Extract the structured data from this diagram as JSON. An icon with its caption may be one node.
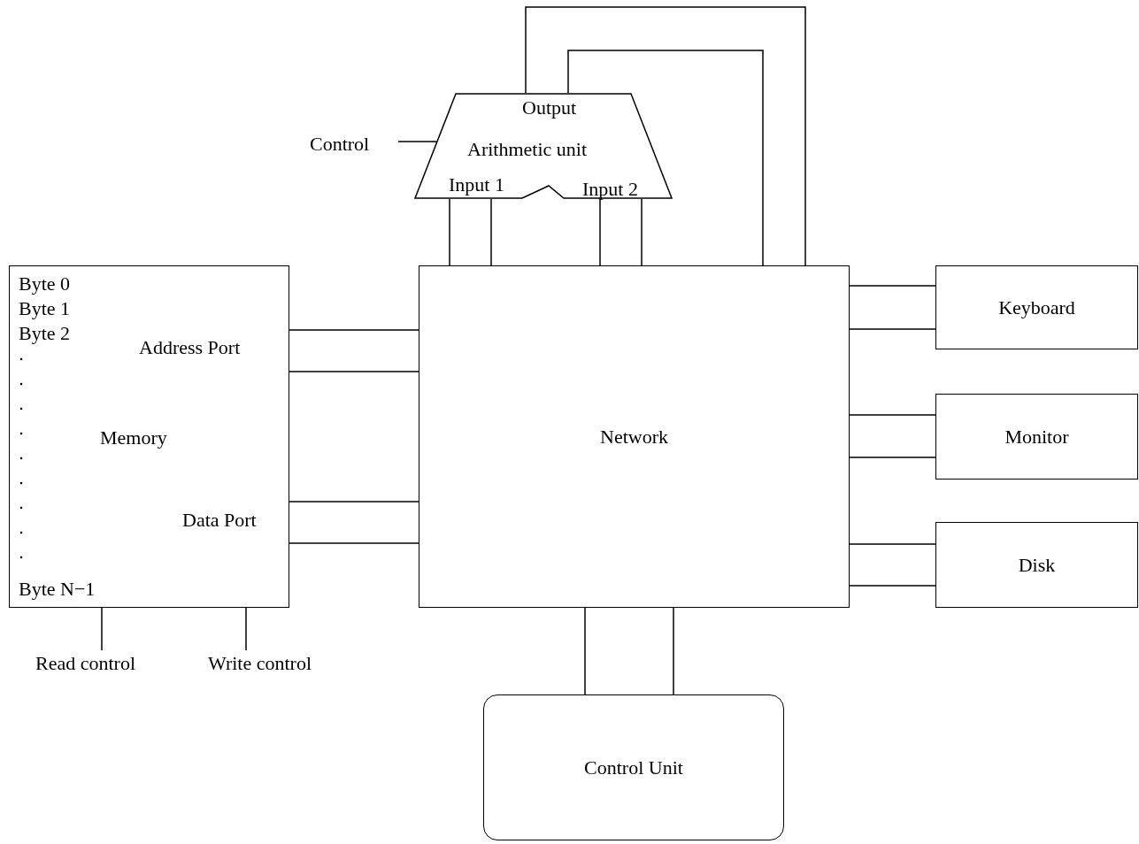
{
  "diagram": {
    "nodes": [
      {
        "text": [
          "Output",
          "Arithmetic unit",
          "Input 1",
          "Input 2"
        ]
      },
      {
        "text": [
          "Control"
        ]
      },
      {
        "text": [
          "Byte 0",
          "Byte 1",
          "Byte 2",
          "Address Port",
          "Memory",
          "Data Port",
          "Byte N−1"
        ]
      },
      {
        "text": [
          "Network"
        ]
      },
      {
        "text": [
          "Keyboard"
        ]
      },
      {
        "text": [
          "Monitor"
        ]
      },
      {
        "text": [
          "Disk"
        ]
      },
      {
        "text": [
          "Control Unit"
        ]
      },
      {
        "text": [
          "Read control"
        ]
      },
      {
        "text": [
          "Write control"
        ]
      }
    ],
    "edges": [
      {
        "from": 1,
        "to": 0,
        "arrow": "none"
      },
      {
        "from": 0,
        "to": 3,
        "arrow": "none"
      },
      {
        "from": 0,
        "to": 3,
        "arrow": "none"
      },
      {
        "from": 0,
        "to": 3,
        "arrow": "none"
      },
      {
        "from": 0,
        "to": 3,
        "arrow": "none"
      },
      {
        "from": 0,
        "to": 3,
        "arrow": "none"
      },
      {
        "from": 0,
        "to": 3,
        "arrow": "none"
      },
      {
        "from": 2,
        "to": 3,
        "arrow": "none"
      },
      {
        "from": 2,
        "to": 3,
        "arrow": "none"
      },
      {
        "from": 2,
        "to": 3,
        "arrow": "none"
      },
      {
        "from": 2,
        "to": 3,
        "arrow": "none"
      },
      {
        "from": 3,
        "to": 4,
        "arrow": "none"
      },
      {
        "from": 3,
        "to": 4,
        "arrow": "none"
      },
      {
        "from": 3,
        "to": 5,
        "arrow": "none"
      },
      {
        "from": 3,
        "to": 5,
        "arrow": "none"
      },
      {
        "from": 3,
        "to": 6,
        "arrow": "none"
      },
      {
        "from": 3,
        "to": 6,
        "arrow": "none"
      },
      {
        "from": 3,
        "to": 7,
        "arrow": "none"
      },
      {
        "from": 3,
        "to": 7,
        "arrow": "none"
      },
      {
        "from": 8,
        "to": 2,
        "arrow": "none"
      },
      {
        "from": 9,
        "to": 2,
        "arrow": "none"
      }
    ]
  }
}
